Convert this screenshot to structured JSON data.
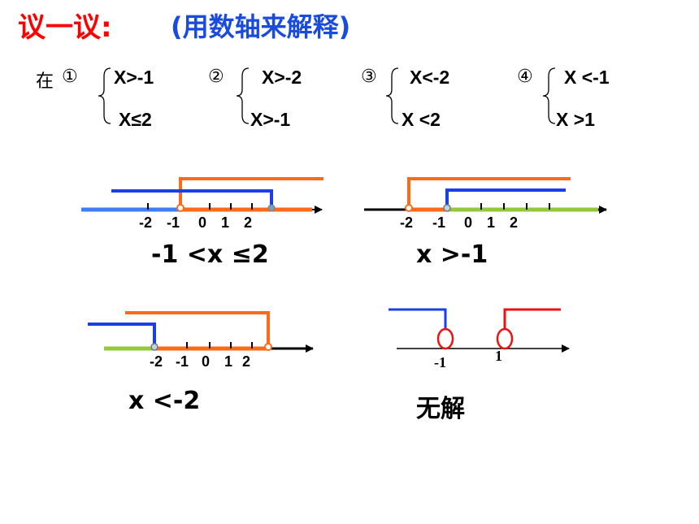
{
  "title": {
    "main": "议一议:",
    "sub": "(用数轴来解释)"
  },
  "prefix": "在",
  "systems": [
    {
      "index": "①",
      "line1": "X>-1",
      "line2": "X≤2"
    },
    {
      "index": "②",
      "line1": "X>-2",
      "line2": "X>-1"
    },
    {
      "index": "③",
      "line1": "X<-2",
      "line2": "X <2"
    },
    {
      "index": "④",
      "line1": "X <-1",
      "line2": "X >1"
    }
  ],
  "axes": [
    {
      "ticks": [
        "-2",
        "-1",
        "0",
        "1",
        "2"
      ],
      "answer": "-1 <x ≤2"
    },
    {
      "ticks": [
        "-2",
        "-1",
        "0",
        "1",
        "2"
      ],
      "answer": "x >-1"
    },
    {
      "ticks": [
        "-2",
        "-1",
        "0",
        "1",
        "2"
      ],
      "answer": "x <-2"
    },
    {
      "ticks": [
        "-1",
        "1"
      ],
      "answer": "无解"
    }
  ],
  "colors": {
    "title_red": "#ff0000",
    "title_blue": "#1a4be0",
    "orange": "#ff6a1a",
    "blue": "#1a3ee8",
    "light_blue": "#3f7df5",
    "green": "#92c83a",
    "red": "#ee1111",
    "grey_dot": "#8898a8"
  }
}
